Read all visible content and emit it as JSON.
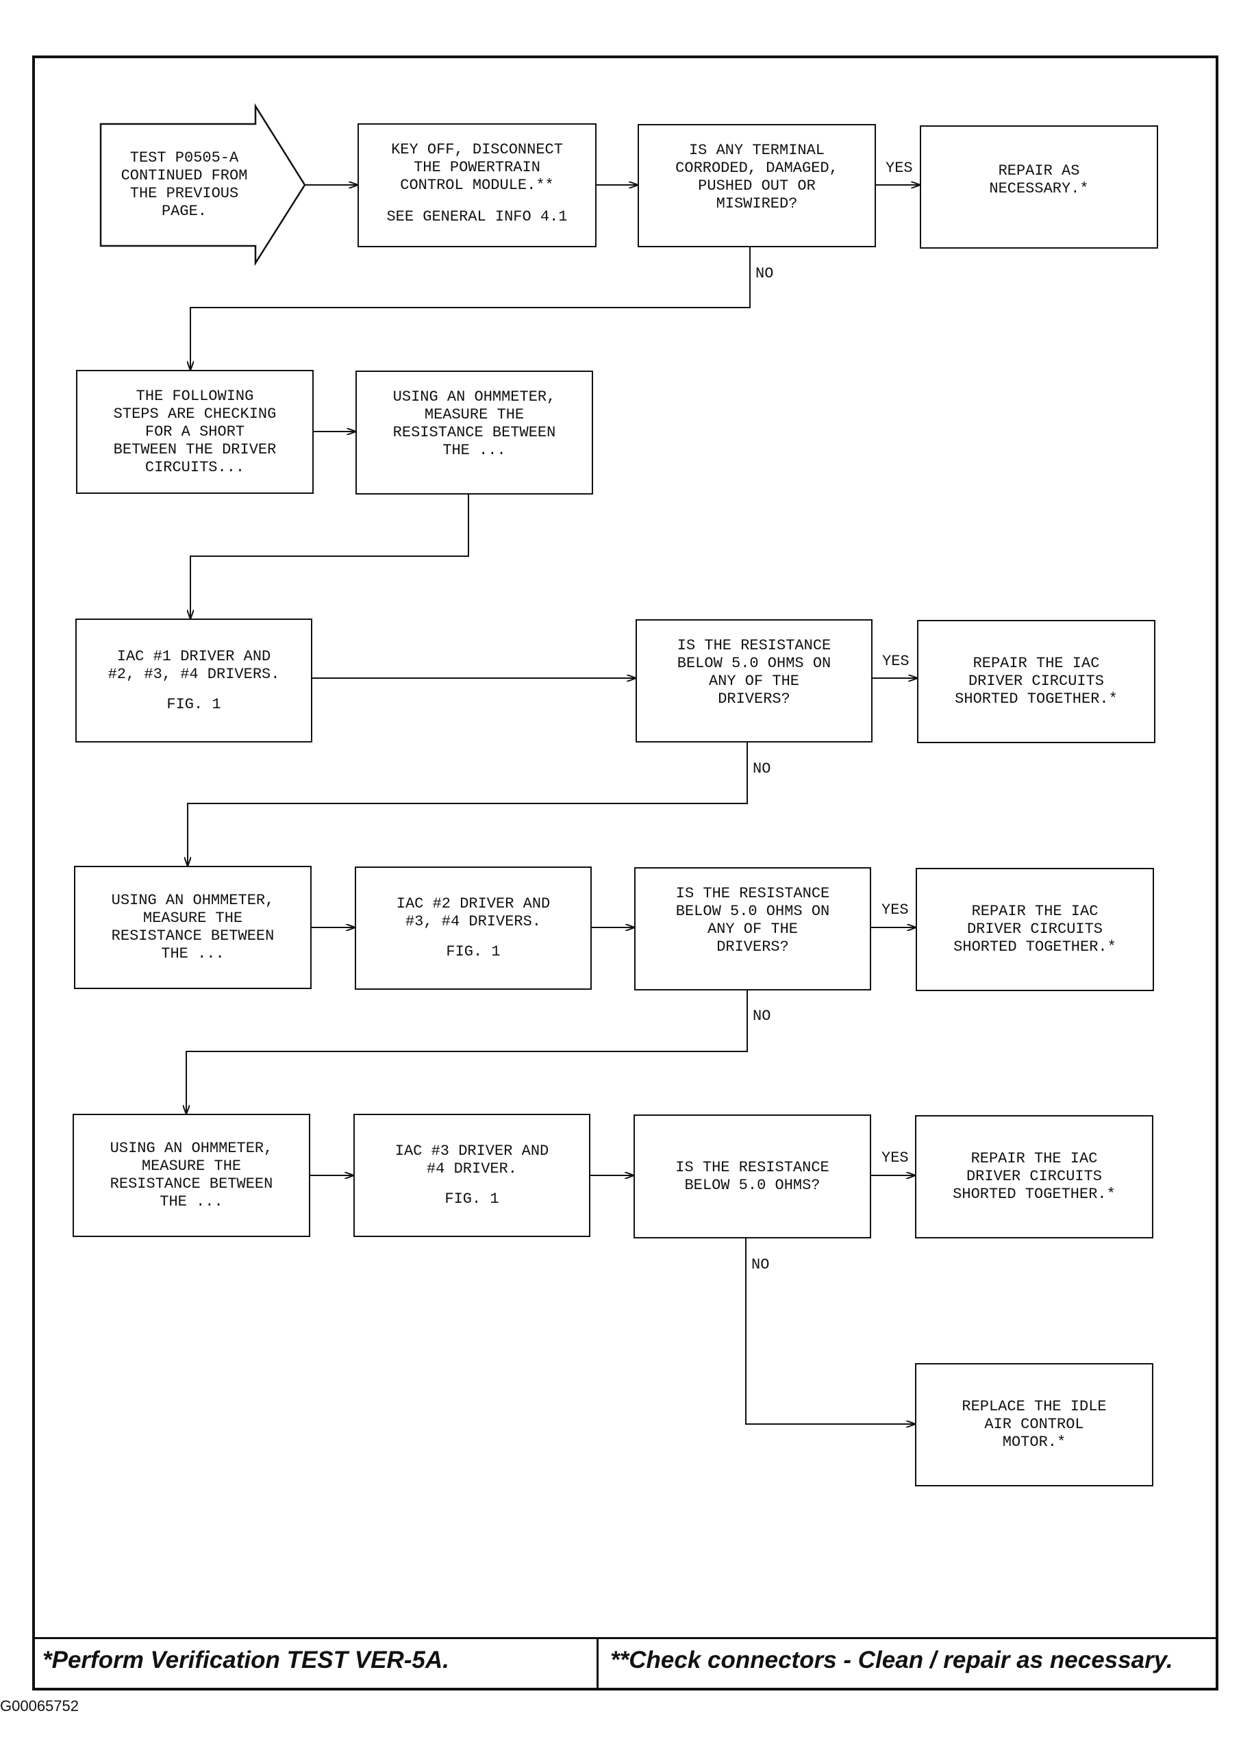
{
  "start": [
    "TEST P0505-A",
    "CONTINUED FROM",
    "THE PREVIOUS",
    "PAGE."
  ],
  "row1": {
    "step": [
      "KEY OFF, DISCONNECT",
      "THE POWERTRAIN",
      "CONTROL MODULE.**"
    ],
    "step_info": "SEE GENERAL INFO 4.1",
    "question": [
      "IS ANY TERMINAL",
      "CORRODED, DAMAGED,",
      "PUSHED OUT OR",
      "MISWIRED?"
    ],
    "yes_label": "YES",
    "result": [
      "REPAIR AS",
      "NECESSARY.*"
    ],
    "no_label": "NO"
  },
  "row2": {
    "note": [
      "THE FOLLOWING",
      "STEPS ARE CHECKING",
      "FOR A SHORT",
      "BETWEEN THE DRIVER",
      "CIRCUITS..."
    ],
    "step": [
      "USING AN OHMMETER,",
      "MEASURE THE",
      "RESISTANCE BETWEEN",
      "THE ..."
    ]
  },
  "row3": {
    "step": [
      "IAC #1 DRIVER AND",
      "#2, #3, #4 DRIVERS."
    ],
    "fig": "FIG. 1",
    "question": [
      "IS THE RESISTANCE",
      "BELOW 5.0 OHMS ON",
      "ANY OF THE",
      "DRIVERS?"
    ],
    "yes_label": "YES",
    "result": [
      "REPAIR THE IAC",
      "DRIVER CIRCUITS",
      "SHORTED TOGETHER.*"
    ],
    "no_label": "NO"
  },
  "row4": {
    "using": [
      "USING AN OHMMETER,",
      "MEASURE THE",
      "RESISTANCE BETWEEN",
      "THE ..."
    ],
    "step": [
      "IAC #2 DRIVER AND",
      "#3, #4 DRIVERS."
    ],
    "fig": "FIG. 1",
    "question": [
      "IS THE RESISTANCE",
      "BELOW 5.0 OHMS ON",
      "ANY OF THE",
      "DRIVERS?"
    ],
    "yes_label": "YES",
    "result": [
      "REPAIR THE IAC",
      "DRIVER CIRCUITS",
      "SHORTED TOGETHER.*"
    ],
    "no_label": "NO"
  },
  "row5": {
    "using": [
      "USING AN OHMMETER,",
      "MEASURE THE",
      "RESISTANCE BETWEEN",
      "THE ..."
    ],
    "step": [
      "IAC #3 DRIVER AND",
      "#4 DRIVER."
    ],
    "fig": "FIG. 1",
    "question": [
      "IS THE RESISTANCE",
      "BELOW 5.0 OHMS?"
    ],
    "yes_label": "YES",
    "result": [
      "REPAIR THE IAC",
      "DRIVER CIRCUITS",
      "SHORTED TOGETHER.*"
    ],
    "no_label": "NO"
  },
  "final": [
    "REPLACE THE IDLE",
    "AIR CONTROL",
    "MOTOR.*"
  ],
  "footer": {
    "left": "*Perform Verification TEST VER-5A.",
    "right": "**Check connectors - Clean / repair as necessary."
  },
  "figure_code": "G00065752"
}
